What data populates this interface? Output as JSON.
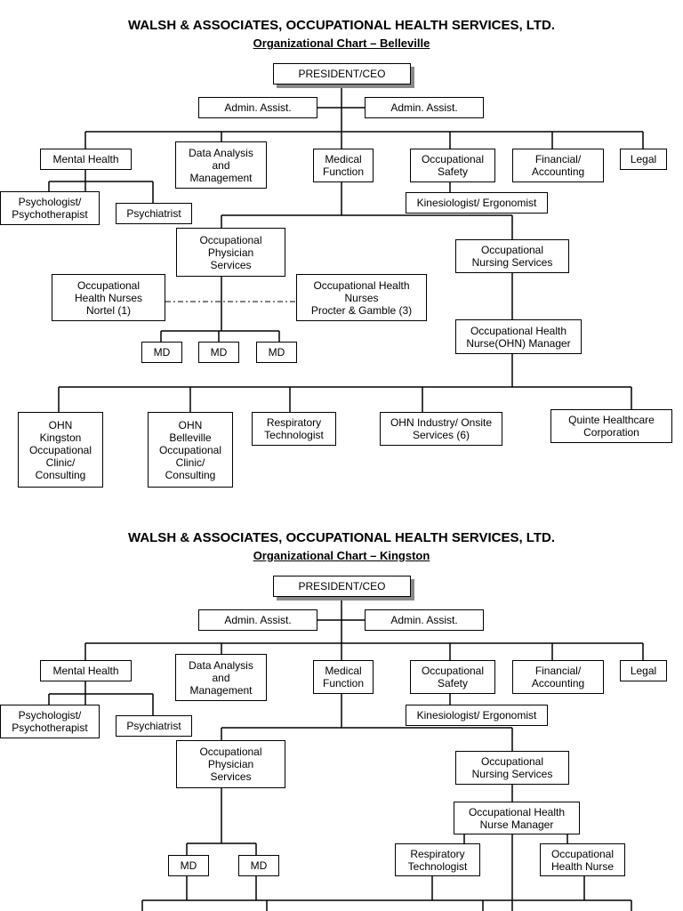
{
  "charts": [
    {
      "title": "WALSH & ASSOCIATES, OCCUPATIONAL HEALTH SERVICES, LTD.",
      "subtitle": "Organizational Chart – Belleville",
      "nodes": {
        "ceo": "PRESIDENT/CEO",
        "admin_left": "Admin. Assist.",
        "admin_right": "Admin. Assist.",
        "mental_health": "Mental Health",
        "data_analysis": "Data Analysis\nand\nManagement",
        "medical_function": "Medical\nFunction",
        "occ_safety": "Occupational\nSafety",
        "financial": "Financial/\nAccounting",
        "legal": "Legal",
        "psychologist": "Psychologist/\nPsychotherapist",
        "psychiatrist": "Psychiatrist",
        "kinesiologist": "Kinesiologist/ Ergonomist",
        "physician_services": "Occupational\nPhysician\nServices",
        "nursing_services": "Occupational\nNursing Services",
        "ohn_nortel": "Occupational\nHealth Nurses\nNortel (1)",
        "ohn_pg": "Occupational Health\nNurses\nProcter & Gamble (3)",
        "md1": "MD",
        "md2": "MD",
        "md3": "MD",
        "ohn_manager": "Occupational Health\nNurse(OHN) Manager",
        "ohn_kingston": "OHN\nKingston\nOccupational\nClinic/\nConsulting",
        "ohn_belleville": "OHN\nBelleville\nOccupational\nClinic/\nConsulting",
        "resp_tech": "Respiratory\nTechnologist",
        "ohn_industry": "OHN Industry/ Onsite\nServices (6)",
        "quinte": "Quinte Healthcare\nCorporation"
      }
    },
    {
      "title": "WALSH & ASSOCIATES, OCCUPATIONAL HEALTH SERVICES, LTD.",
      "subtitle": "Organizational Chart – Kingston",
      "nodes": {
        "ceo": "PRESIDENT/CEO",
        "admin_left": "Admin. Assist.",
        "admin_right": "Admin. Assist.",
        "mental_health": "Mental Health",
        "data_analysis": "Data Analysis\nand\nManagement",
        "medical_function": "Medical\nFunction",
        "occ_safety": "Occupational\nSafety",
        "financial": "Financial/\nAccounting",
        "legal": "Legal",
        "psychologist": "Psychologist/\nPsychotherapist",
        "psychiatrist": "Psychiatrist",
        "kinesiologist": "Kinesiologist/ Ergonomist",
        "physician_services": "Occupational\nPhysician\nServices",
        "nursing_services": "Occupational\nNursing Services",
        "md1": "MD",
        "md2": "MD",
        "ohn_manager": "Occupational Health\nNurse Manager",
        "resp_tech": "Respiratory\nTechnologist",
        "occ_health_nurse": "Occupational\nHealth Nurse"
      }
    }
  ]
}
